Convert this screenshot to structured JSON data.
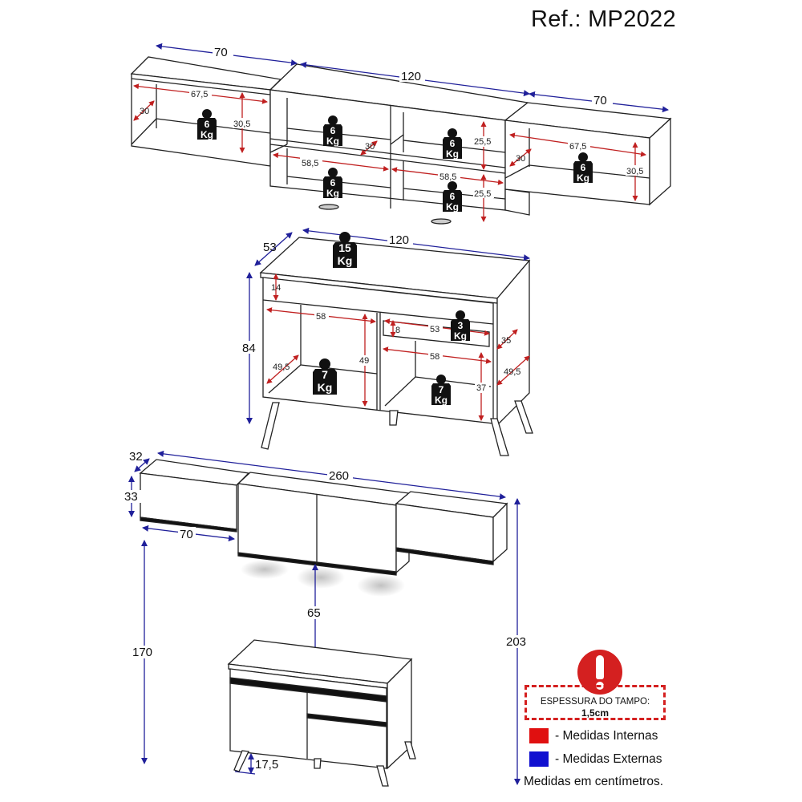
{
  "header": {
    "reference": "Ref.: MP2022"
  },
  "colors": {
    "internal": "#e01010",
    "external": "#1010d0",
    "dim_internal_line": "#c02020",
    "dim_external_line": "#20209a",
    "warning": "#d42020",
    "weight_tag": "#111111"
  },
  "top_view_aereo": {
    "external": {
      "left_width": "70",
      "center_width": "120",
      "right_width": "70"
    },
    "left_module": {
      "inner_width": "67,5",
      "depth": "30",
      "inner_height": "30,5",
      "weight_value": "6",
      "weight_unit": "Kg"
    },
    "center_module": {
      "depth": "30",
      "upper_left_weight": "6",
      "upper_right_weight": "6",
      "lower_left_weight": "6",
      "lower_right_weight": "6",
      "weight_unit": "Kg",
      "left_inner_width": "58,5",
      "right_inner_width": "58,5",
      "upper_inner_height": "25,5",
      "lower_inner_height": "25,5"
    },
    "right_module": {
      "inner_width": "67,5",
      "depth": "30",
      "inner_height": "30,5",
      "weight_value": "6",
      "weight_unit": "Kg"
    }
  },
  "balcao": {
    "external": {
      "width": "120",
      "depth": "53",
      "height": "84"
    },
    "top_weight": {
      "value": "15",
      "unit": "Kg"
    },
    "top_gap": "14",
    "left_compartment": {
      "inner_width": "58",
      "inner_height": "49",
      "depth": "49,5",
      "weight_value": "7",
      "weight_unit": "Kg"
    },
    "drawer": {
      "inner_height": "8",
      "inner_width": "53",
      "depth": "35",
      "weight_value": "3",
      "weight_unit": "Kg"
    },
    "right_compartment": {
      "inner_width": "58",
      "inner_height": "37",
      "depth": "49,5",
      "weight_value": "7",
      "weight_unit": "Kg"
    }
  },
  "assembled_view": {
    "total_width": "260",
    "aereo_depth": "32",
    "aereo_height": "33",
    "side_module_width": "70",
    "gap_between": "65",
    "floor_to_aereo_bottom": "170",
    "floor_to_aereo_top": "203",
    "leg_height": "17,5"
  },
  "legend": {
    "warning_title": "ESPESSURA DO TAMPO:",
    "warning_value": "1,5cm",
    "internal_label": "- Medidas Internas",
    "external_label": "- Medidas Externas",
    "units_note": "Medidas em centímetros."
  }
}
